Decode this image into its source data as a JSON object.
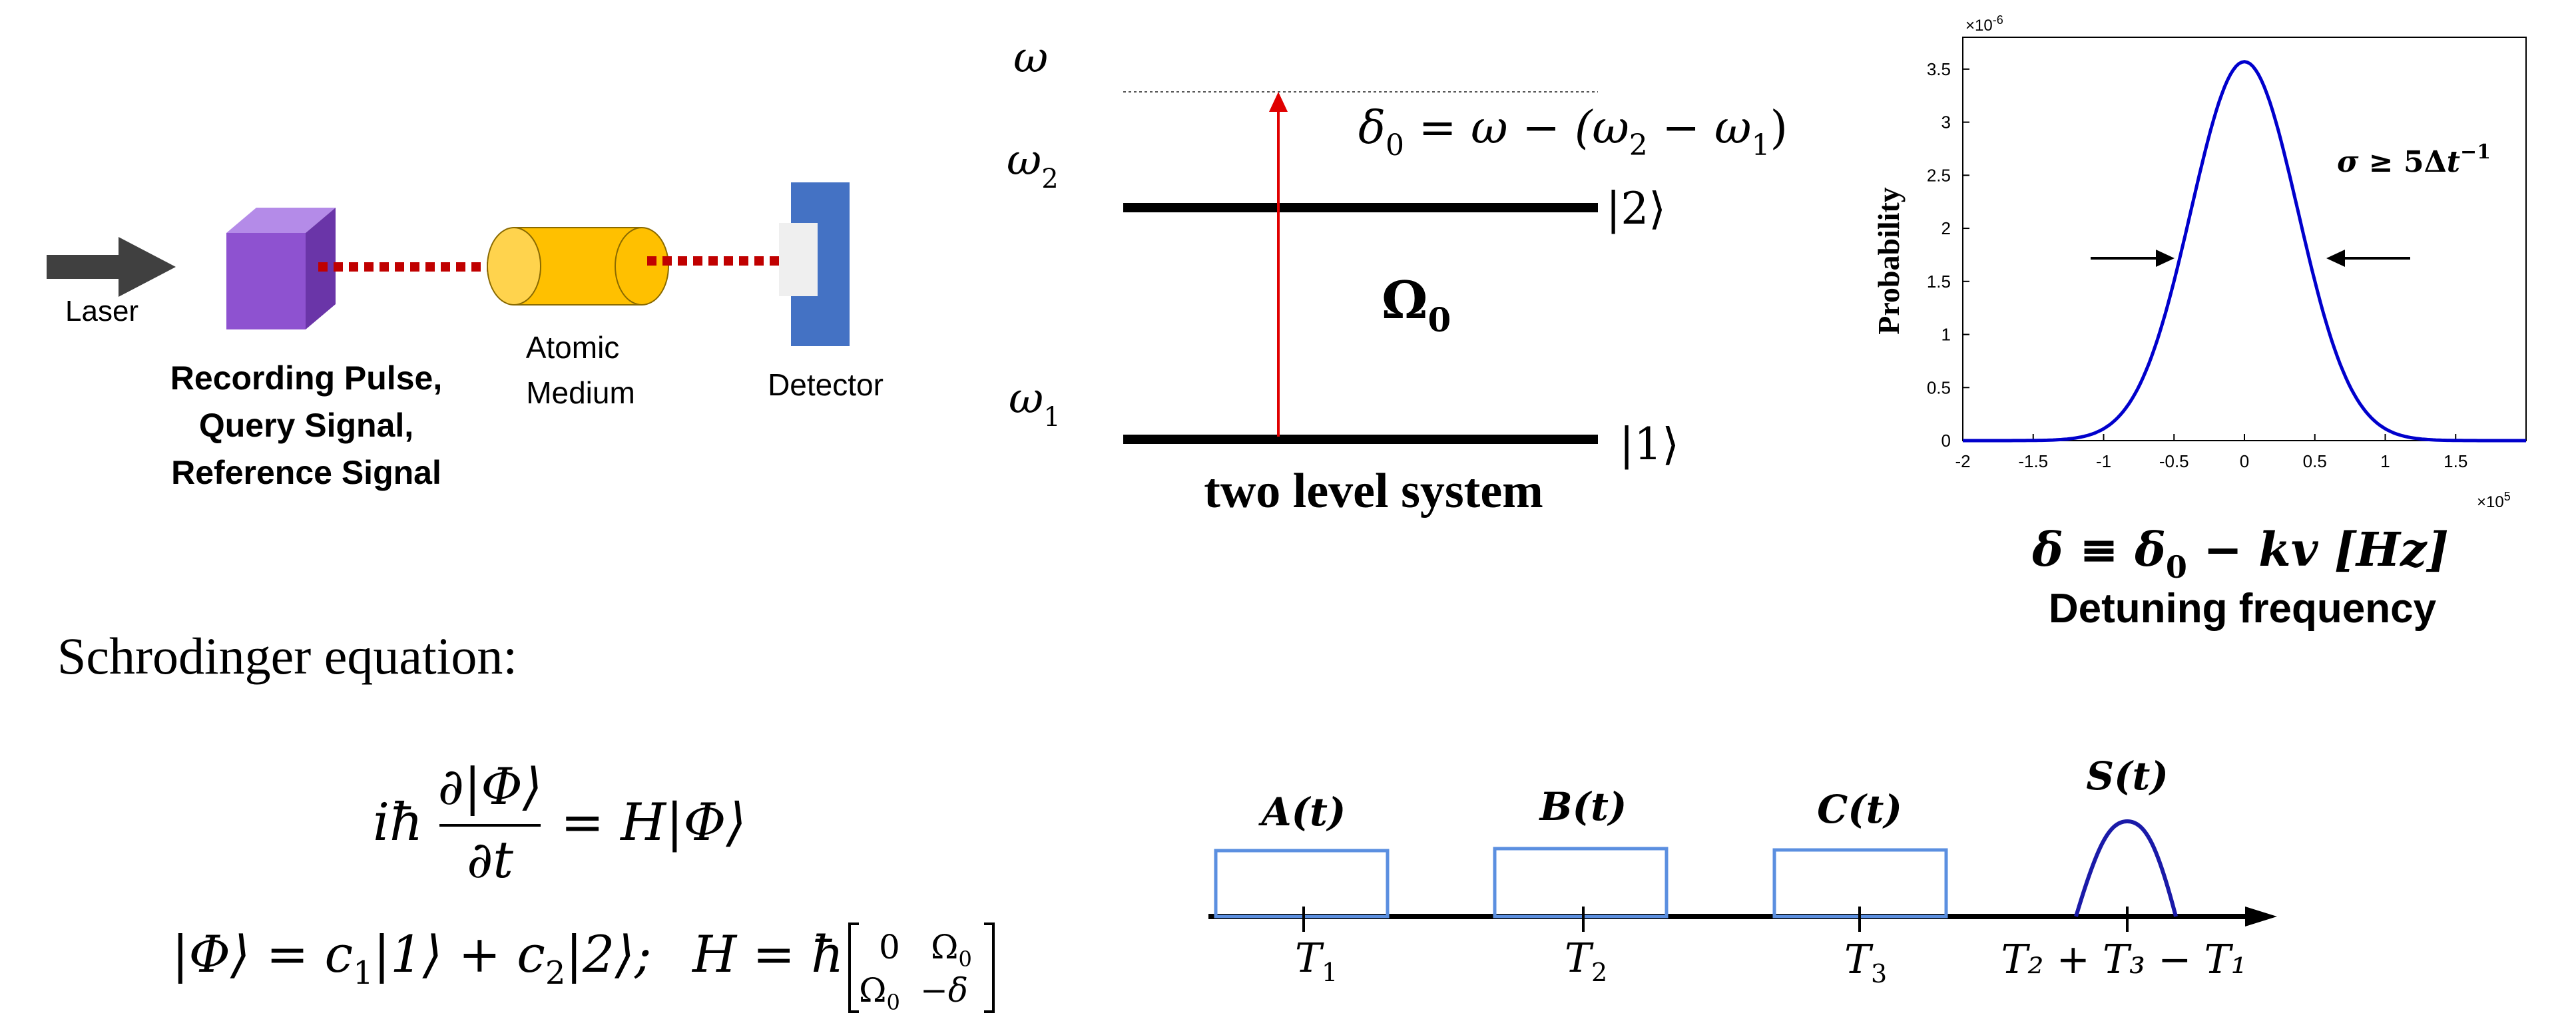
{
  "colors": {
    "laser_arrow": "#404040",
    "cube_front": "#8e52d0",
    "cube_top": "#b48be8",
    "cube_side": "#6a35a8",
    "beam": "#c00000",
    "cylinder_body": "#ffc000",
    "cylinder_face": "#ffd34d",
    "detector": "#4472c4",
    "detector_window": "#efefef",
    "transition_arrow": "#e00000",
    "gaussian_curve": "#0000cc",
    "pulse_rect": "#5b8fe0",
    "signal_curve": "#1a1aa8",
    "axis": "#000000"
  },
  "setup": {
    "laser_label": "Laser",
    "source_label_line1": "Recording Pulse,",
    "source_label_line2": "Query Signal,",
    "source_label_line3": "Reference Signal",
    "medium_label_line1": "Atomic",
    "medium_label_line2": "Medium",
    "detector_label": "Detector",
    "laser_arrow_icon": "arrow-right-icon",
    "source_icon": "cube-icon",
    "medium_icon": "cylinder-icon",
    "detector_icon": "detector-icon"
  },
  "two_level": {
    "omega_label": "ω",
    "omega2_base": "ω",
    "omega2_sub": "2",
    "omega1_base": "ω",
    "omega1_sub": "1",
    "detuning_lhs": "δ",
    "detuning_lhs_sub": "0",
    "detuning_mid": " = ω − (ω",
    "detuning_sub_a": "2",
    "detuning_mid2": " − ω",
    "detuning_sub_b": "1",
    "detuning_end": ")",
    "ket2": "|2⟩",
    "ket1": "|1⟩",
    "rabi_base": "Ω",
    "rabi_sub": "0",
    "caption": "two level system"
  },
  "plot_labels": {
    "y_exponent": "×10",
    "y_exponent_power": "-6",
    "x_exponent": "×10",
    "x_exponent_power": "5",
    "width_annotation_sigma": "σ",
    "width_annotation_rest": " ≥ 5Δ",
    "width_annotation_t": "t",
    "width_annotation_power": "−1",
    "xaxis_formula_part1": "δ ≡ δ",
    "xaxis_formula_sub": "0",
    "xaxis_formula_part2": " − kv [Hz]",
    "xaxis_caption": "Detuning frequency"
  },
  "chart_data": {
    "type": "line",
    "ylabel": "Probability",
    "xlim": [
      -2,
      2
    ],
    "ylim": [
      0,
      3.8
    ],
    "x_ticks": [
      "-2",
      "-1.5",
      "-1",
      "-0.5",
      "0",
      "0.5",
      "1",
      "1.5"
    ],
    "y_ticks": [
      "0",
      "0.5",
      "1",
      "1.5",
      "2",
      "2.5",
      "3",
      "3.5"
    ],
    "x_tick_values": [
      -2,
      -1.5,
      -1,
      -0.5,
      0,
      0.5,
      1,
      1.5
    ],
    "y_tick_values": [
      0,
      0.5,
      1,
      1.5,
      2,
      2.5,
      3,
      3.5
    ],
    "x_scale_note": "×10^5",
    "y_scale_note": "×10^-6",
    "series": [
      {
        "shape": "gaussian",
        "peak_x": 0,
        "peak_y": 3.57,
        "sigma": 0.38,
        "x_range": [
          -2,
          2
        ]
      }
    ]
  },
  "equations": {
    "schrodinger_title": "Schrodinger equation:",
    "eq1_lhs_i": "iħ",
    "eq1_num": "∂|Φ⟩",
    "eq1_den": "∂t",
    "eq1_rhs": "= H|Φ⟩",
    "eq2_state": "|Φ⟩ = c",
    "eq2_sub1": "1",
    "eq2_mid": "|1⟩ + c",
    "eq2_sub2": "2",
    "eq2_end": "|2⟩;",
    "eq2_h": "H = ħ",
    "matrix_a": "0",
    "matrix_b": "Ω",
    "matrix_b_sub": "0",
    "matrix_c": "Ω",
    "matrix_c_sub": "0",
    "matrix_d": "−δ"
  },
  "timeline": {
    "pulse_a": "A(t)",
    "pulse_b": "B(t)",
    "pulse_c": "C(t)",
    "signal": "S(t)",
    "t1_base": "T",
    "t1_sub": "1",
    "t2_base": "T",
    "t2_sub": "2",
    "t3_base": "T",
    "t3_sub": "3",
    "echo_time": "T₂ + T₃ − T₁"
  }
}
